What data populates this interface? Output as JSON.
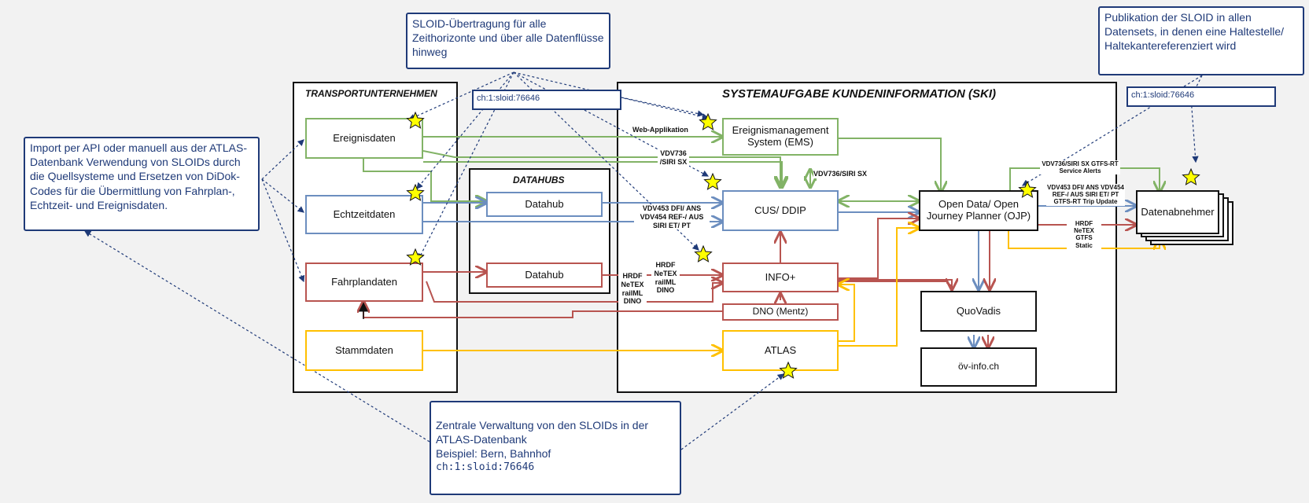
{
  "notes": {
    "import": "Import per API oder manuell aus der ATLAS-Datenbank Verwendung von SLOIDs durch die Quellsysteme und Ersetzen von DiDok-Codes für die Übermittlung von Fahrplan-, Echtzeit- und Ereignisdaten.",
    "transfer": "SLOID-Übertragung für alle Zeithorizonte und über alle Datenflüsse hinweg",
    "publication": "Publikation der SLOID in allen Datensets, in denen eine Haltestelle/ Haltekantereferenziert wird",
    "central_text": "Zentrale Verwaltung von den SLOIDs in der ATLAS-Datenbank",
    "central_example": "Beispiel:  Bern, Bahnhof",
    "central_code": "ch:1:sloid:76646"
  },
  "sloid_tags": {
    "left": "ch:1:sloid:76646",
    "right": "ch:1:sloid:76646"
  },
  "containers": {
    "transport": "TRANSPORTUNTERNEHMEN",
    "datahubs": "DATAHUBS",
    "ski": "SYSTEMAUFGABE KUNDENINFORMATION (SKI)"
  },
  "boxes": {
    "ereignisdaten": "Ereignisdaten",
    "echtzeitdaten": "Echtzeitdaten",
    "fahrplandaten": "Fahrplandaten",
    "stammdaten": "Stammdaten",
    "datahub1": "Datahub",
    "datahub2": "Datahub",
    "ems": "Ereignismanagement System (EMS)",
    "cus": "CUS/ DDIP",
    "info": "INFO+",
    "dno": "DNO (Mentz)",
    "atlas": "ATLAS",
    "ojp": "Open Data/ Open Journey Planner (OJP)",
    "quovadis": "QuoVadis",
    "ovinfo": "öv-info.ch",
    "datenabnehmer": "Datenabnehmer"
  },
  "labels": {
    "web_app": "Web-Applikation",
    "vdv736_a": "VDV736 /SIRI SX",
    "vdv736_b": "VDV736/SIRI SX",
    "vdv453": "VDV453 DFI/ ANS VDV454 REF-/ AUS SIRI ET/ PT",
    "hrdf_left": "HRDF NeTEX railML DINO",
    "hrdf_mid": "HRDF NeTEX railML DINO",
    "out_sx": "VDV736/SIRI SX GTFS-RT Service Alerts",
    "out_vdv": "VDV453 DFI/ ANS VDV454 REF-/ AUS SIRI ET/ PT GTFS-RT Trip Update",
    "out_hrdf": "HRDF NeTEX GTFS Static"
  },
  "colors": {
    "green": "#82b366",
    "blue": "#6c8ebf",
    "red": "#b85450",
    "orange": "#ffc000",
    "note_border": "#1f3a78",
    "star": "#ffff00"
  }
}
